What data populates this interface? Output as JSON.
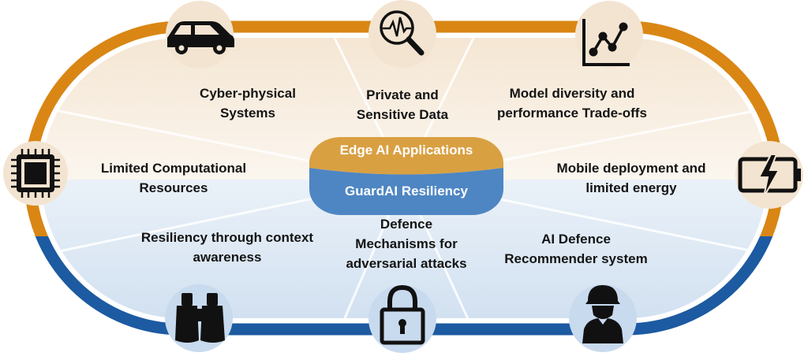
{
  "diagram": {
    "center": {
      "top_label": "Edge AI Applications",
      "bottom_label": "GuardAI Resiliency"
    },
    "challenges": [
      {
        "lines": [
          "Cyber-physical",
          "Systems"
        ],
        "icon": "car-icon"
      },
      {
        "lines": [
          "Private and",
          "Sensitive Data"
        ],
        "icon": "magnifier-waveform-icon"
      },
      {
        "lines": [
          "Model diversity and",
          "performance Trade-offs"
        ],
        "icon": "line-chart-icon"
      },
      {
        "lines": [
          "Limited Computational",
          "Resources"
        ],
        "icon": "cpu-chip-icon"
      },
      {
        "lines": [
          "Mobile deployment and",
          "limited energy"
        ],
        "icon": "battery-charging-icon"
      }
    ],
    "solutions": [
      {
        "lines": [
          "Resiliency through context",
          "awareness"
        ],
        "icon": "binoculars-icon"
      },
      {
        "lines": [
          "Defence",
          "Mechanisms for",
          "adversarial attacks"
        ],
        "icon": "padlock-icon"
      },
      {
        "lines": [
          "AI Defence",
          "Recommender system"
        ],
        "icon": "soldier-icon"
      }
    ],
    "colors": {
      "orange": "#D98614",
      "blue": "#1C5AA1",
      "pill_orange": "#D9A042",
      "pill_blue": "#4E86C3",
      "warm_fill": "#F6EBDD",
      "cool_fill": "#D5E3F1"
    }
  }
}
